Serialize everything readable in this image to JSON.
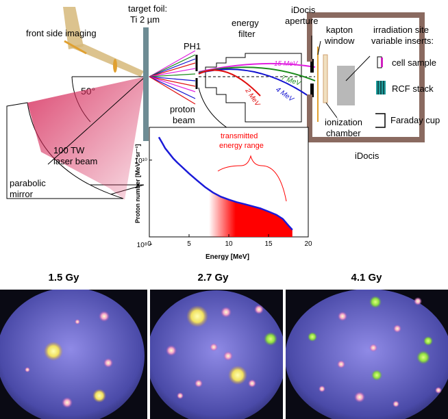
{
  "diagram": {
    "labels": {
      "front_side_imaging": "front side imaging",
      "target_foil_1": "target foil:",
      "target_foil_2": "Ti 2 µm",
      "angle": "50°",
      "laser_1": "100 TW",
      "laser_2": "laser beam",
      "mirror_1": "parabolic",
      "mirror_2": "mirror",
      "ph1": "PH1",
      "energy_filter_1": "energy",
      "energy_filter_2": "filter",
      "proton_1": "proton",
      "proton_2": "beam",
      "aperture_1": "iDocis",
      "aperture_2": "aperture",
      "kapton_1": "kapton",
      "kapton_2": "window",
      "irradiation_1": "irradiation site",
      "irradiation_2": "variable inserts:",
      "cell_sample": "cell sample",
      "rcf_stack": "RCF stack",
      "faraday_cup": "Faraday cup",
      "ionization_1": "ionization",
      "ionization_2": "chamber",
      "idocis": "iDocis"
    },
    "trajectories": [
      {
        "label": "15 MeV",
        "color": "#e020e0"
      },
      {
        "label": "7 MeV",
        "color": "#1a8a1a"
      },
      {
        "label": "4 MeV",
        "color": "#1010d0"
      },
      {
        "label": "2 MeV",
        "color": "#e01010"
      }
    ],
    "colors": {
      "foil": "#6e8c94",
      "chamber": "#8a6a60",
      "laser": "#d62a5a",
      "optics": "#d6b87a",
      "cell_sample": "#d020c0",
      "rcf": "#20a0a0"
    }
  },
  "spectrum": {
    "annotation_1": "transmitted",
    "annotation_2": "energy range",
    "ylabel": "Proton number [MeV⁻¹sr⁻¹]",
    "xlabel": "Energy  [MeV]",
    "ytick_labels": [
      "10¹⁰",
      "10⁸"
    ]
  },
  "chart_data": {
    "type": "line",
    "title": "",
    "xlabel": "Energy  [MeV]",
    "ylabel": "Proton number [MeV⁻¹sr⁻¹]",
    "xlim": [
      0,
      20
    ],
    "ylim": [
      150000000.0,
      60000000000.0
    ],
    "yscale": "log",
    "x_ticks": [
      0,
      5,
      10,
      15,
      20
    ],
    "y_ticks": [
      10000000000.0,
      100000000.0
    ],
    "series": [
      {
        "x": [
          1.2,
          1.6,
          2.0,
          2.5,
          3.0,
          3.5,
          4.0,
          5.0,
          6.0,
          7.0,
          8.0,
          9.0,
          10.0,
          11.0,
          12.0,
          13.0,
          14.0,
          15.0,
          16.0,
          16.8,
          17.5,
          18.0
        ],
        "y": [
          35000000000.0,
          26000000000.0,
          19000000000.0,
          14500000000.0,
          11000000000.0,
          8800000000.0,
          7200000000.0,
          4800000000.0,
          3300000000.0,
          2300000000.0,
          1700000000.0,
          1350000000.0,
          1150000000.0,
          1000000000.0,
          900000000.0,
          800000000.0,
          710000000.0,
          600000000.0,
          500000000.0,
          400000000.0,
          280000000.0,
          220000000.0
        ]
      }
    ],
    "shaded_region": {
      "x_start": 7.5,
      "x_end": 18.0,
      "color": "#ff0000"
    }
  },
  "doses": [
    "1.5 Gy",
    "2.7 Gy",
    "4.1 Gy"
  ]
}
